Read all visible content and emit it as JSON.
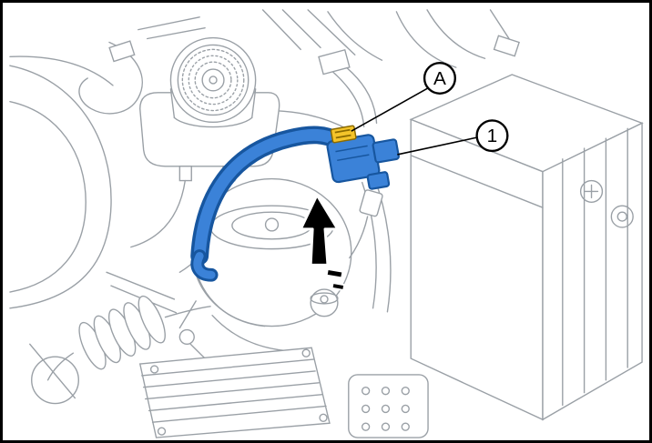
{
  "figure": {
    "type": "service-manual-illustration",
    "callouts": [
      {
        "label": "A"
      },
      {
        "label": "1"
      }
    ],
    "arrow": {
      "direction": "up"
    },
    "colors": {
      "highlight": "#3b82d8",
      "highlight_dark": "#17569f",
      "clip_yellow": "#f4c42a",
      "clip_yellow_dark": "#8a6a00",
      "line_art": "#9aa0a6",
      "arrow": "#000000",
      "background": "#ffffff",
      "frame": "#000000"
    }
  }
}
